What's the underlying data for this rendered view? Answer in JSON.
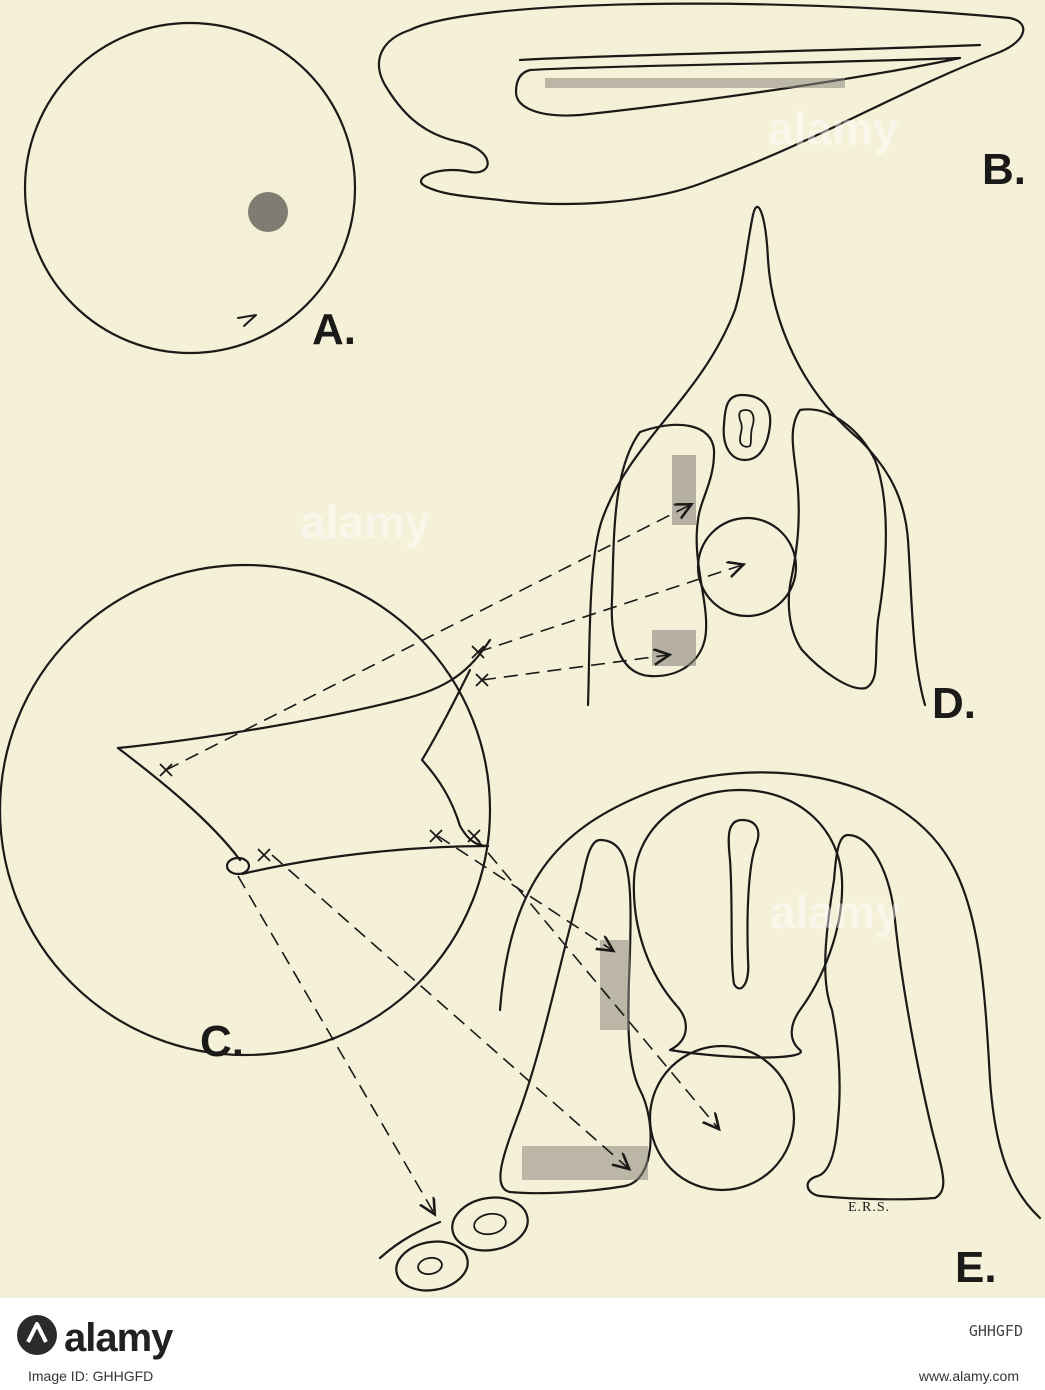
{
  "figure": {
    "labels": {
      "a": "A.",
      "b": "B.",
      "c": "C.",
      "d": "D.",
      "e": "E."
    },
    "signature": "E.R.S."
  },
  "watermark": {
    "text": "alamy"
  },
  "footer": {
    "brand": "alamy",
    "image_id": "Image ID: GHHGFD",
    "url": "www.alamy.com",
    "code": "GHHGFD"
  }
}
